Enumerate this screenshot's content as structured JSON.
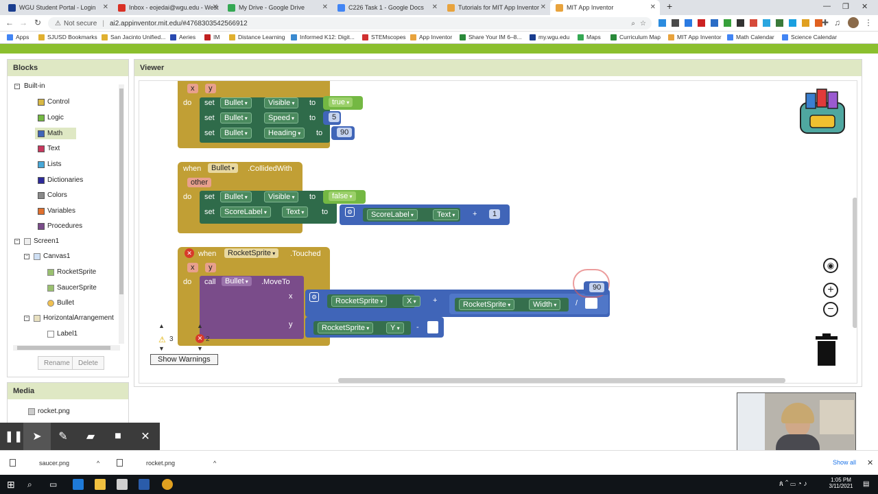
{
  "browser": {
    "tabs": [
      {
        "title": "WGU Student Portal - Login",
        "color": "#1a3d8f"
      },
      {
        "title": "Inbox - eojedai@wgu.edu - West",
        "color": "#d93025"
      },
      {
        "title": "My Drive - Google Drive",
        "color": "#34a853"
      },
      {
        "title": "C226 Task 1 - Google Docs",
        "color": "#4285f4"
      },
      {
        "title": "Tutorials for MIT App Inventor",
        "color": "#e8a33d"
      },
      {
        "title": "MIT App Inventor",
        "color": "#e8a33d"
      }
    ],
    "new_tab": "+",
    "security": "Not secure",
    "url": "ai2.appinventor.mit.edu/#4768303542566912",
    "bookmarks": [
      "Apps",
      "SJUSD Bookmarks",
      "San Jacinto Unified...",
      "Aeries",
      "IM",
      "Distance Learning",
      "Informed K12: Digit...",
      "STEMscopes",
      "App Inventor",
      "Share Your IM 6–8...",
      "my.wgu.edu",
      "Maps",
      "Curriculum Map",
      "MIT App Inventor",
      "Math Calendar",
      "Science Calendar"
    ]
  },
  "blocks_panel": {
    "title": "Blocks",
    "builtin": "Built-in",
    "categories": [
      {
        "label": "Control",
        "color": "#d8b845"
      },
      {
        "label": "Logic",
        "color": "#74b843"
      },
      {
        "label": "Math",
        "color": "#4065b8"
      },
      {
        "label": "Text",
        "color": "#c8385e"
      },
      {
        "label": "Lists",
        "color": "#48a8d8"
      },
      {
        "label": "Dictionaries",
        "color": "#2d2a9a"
      },
      {
        "label": "Colors",
        "color": "#8a8a8a"
      },
      {
        "label": "Variables",
        "color": "#e0702e"
      },
      {
        "label": "Procedures",
        "color": "#7a4c8a"
      }
    ],
    "screen": "Screen1",
    "canvas": "Canvas1",
    "canvas_children": [
      "RocketSprite",
      "SaucerSprite",
      "Bullet"
    ],
    "arrangement": "HorizontalArrangement",
    "label": "Label1",
    "rename": "Rename",
    "delete": "Delete"
  },
  "media_panel": {
    "title": "Media",
    "file": "rocket.png"
  },
  "viewer": {
    "title": "Viewer",
    "warnings_count": "3",
    "errors_count": "2",
    "show_warnings": "Show Warnings"
  },
  "blocks": {
    "b1": {
      "arg_x": "x",
      "arg_y": "y",
      "do": "do",
      "set": "set",
      "comp": "Bullet",
      "rows": [
        {
          "prop": "Visible",
          "to": "to",
          "val": "true"
        },
        {
          "prop": "Speed",
          "to": "to",
          "val": "5"
        },
        {
          "prop": "Heading",
          "to": "to",
          "val": "90"
        }
      ]
    },
    "b2": {
      "when": "when",
      "comp": "Bullet",
      "event": ".CollidedWith",
      "arg": "other",
      "do": "do",
      "set": "set",
      "r1_comp": "Bullet",
      "r1_prop": "Visible",
      "to": "to",
      "r1_val": "false",
      "r2_comp": "ScoreLabel",
      "r2_prop": "Text",
      "g_comp": "ScoreLabel",
      "g_prop": "Text",
      "plus": "+",
      "num": "1"
    },
    "b3": {
      "when": "when",
      "comp": "RocketSprite",
      "event": ".Touched",
      "arg_x": "x",
      "arg_y": "y",
      "do": "do",
      "call": "call",
      "call_comp": "Bullet",
      "method": ".MoveTo",
      "x": "x",
      "y": "y",
      "x_comp": "RocketSprite",
      "x_prop": "X",
      "plus": "+",
      "w_comp": "RocketSprite",
      "w_prop": "Width",
      "div": "/",
      "drag_num": "90",
      "y_comp": "RocketSprite",
      "y_prop": "Y",
      "minus": "-"
    }
  },
  "recorder": {
    "buttons": [
      "pause-icon",
      "pointer-icon",
      "pen-icon",
      "highlighter-icon",
      "camera-icon",
      "close-icon"
    ]
  },
  "downloads": {
    "files": [
      "saucer.png",
      "rocket.png"
    ],
    "show_all": "Show all"
  },
  "taskbar": {
    "time": "1:05 PM",
    "date": "3/11/2021"
  }
}
